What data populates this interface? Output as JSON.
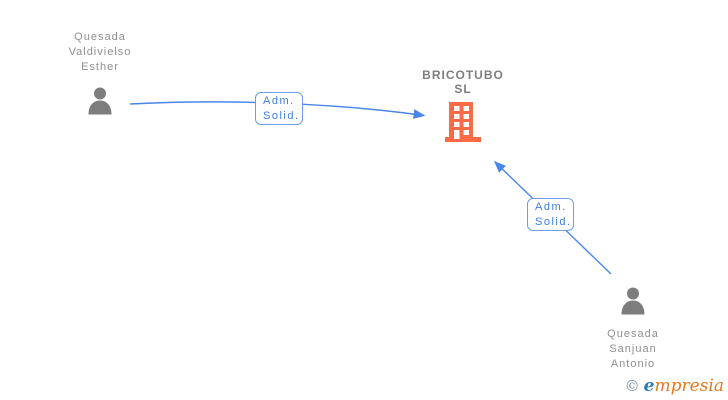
{
  "diagram": {
    "background_color": "#ffffff",
    "edge_color": "#4a86e8",
    "label_border_color": "#6d9ceb",
    "label_text_color": "#3f7de0",
    "person_icon_color": "#7d7d7d",
    "building_icon_color": "#f96a45",
    "person_text_color": "#8f8f8f",
    "company_text_color": "#7e7e7e",
    "nodes": {
      "person1": {
        "name": "Quesada\nValdivielso\nEsther",
        "icon": "person-icon",
        "type": "person"
      },
      "company": {
        "name": "BRICOTUBO\nSL",
        "icon": "building-icon",
        "type": "company"
      },
      "person2": {
        "name": "Quesada\nSanjuan\nAntonio",
        "icon": "person-icon",
        "type": "person"
      }
    },
    "edges": [
      {
        "from": "person1",
        "to": "company",
        "label": "Adm.\nSolid."
      },
      {
        "from": "person2",
        "to": "company",
        "label": "Adm.\nSolid."
      }
    ]
  },
  "watermark": {
    "copyright": "©",
    "brand_first_letter": "e",
    "brand_rest": "mpresia"
  }
}
